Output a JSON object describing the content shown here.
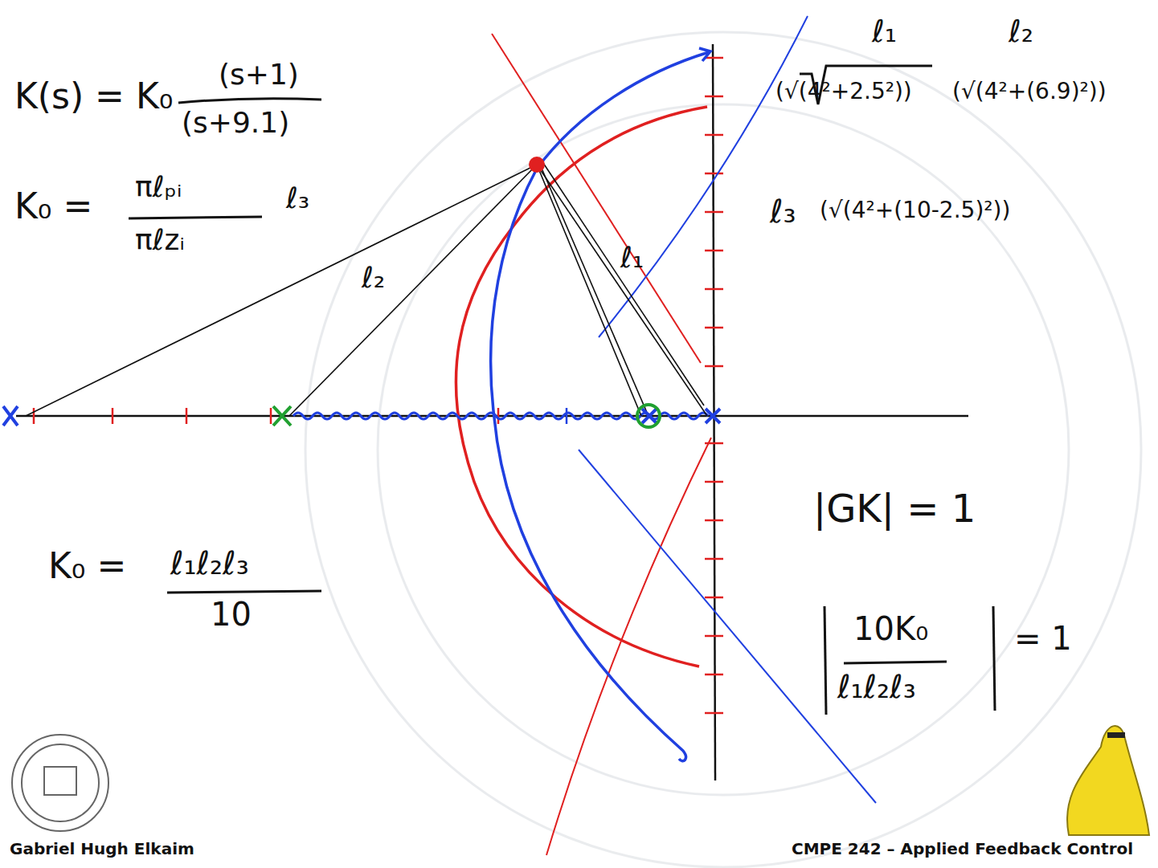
{
  "diagram": {
    "labels": [
      "K(s) = K₀",
      "(s+1)",
      "(s+9.1)",
      "K₀ =",
      "πℓₚᵢ",
      "πℓzᵢ",
      "ℓ₃",
      "ℓ₂",
      "ℓ₁",
      "ℓ₁",
      "ℓ₂",
      "(√(4²+2.5²))",
      "(√(4²+(6.9)²))",
      "ℓ₃",
      "(√(4²+(10-2.5)²))",
      "K₀ =",
      "ℓ₁ℓ₂ℓ₃",
      "10",
      "|GK| = 1",
      "10K₀",
      "ℓ₁ℓ₂ℓ₃",
      "= 1",
      "Gabriel Hugh Elkaim",
      "CMPE 242 – Applied Feedback Control"
    ]
  }
}
